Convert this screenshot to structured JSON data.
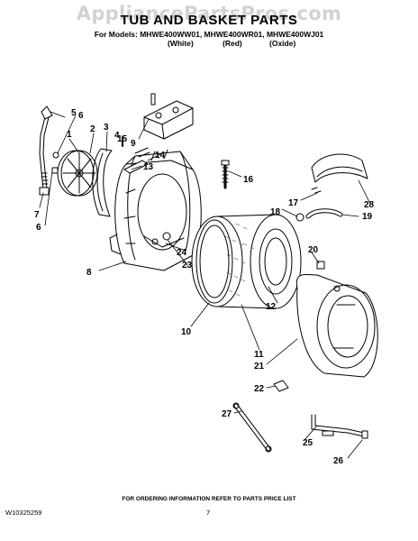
{
  "watermark": "AppliancePartsPros.com",
  "header": {
    "title": "TUB AND BASKET PARTS",
    "models": "For Models: MHWE400WW01, MHWE400WR01, MHWE400WJ01",
    "colors": [
      "(White)",
      "(Red)",
      "(Oxide)"
    ]
  },
  "callouts": [
    "1",
    "2",
    "3",
    "4",
    "5",
    "6",
    "7",
    "6",
    "8",
    "9",
    "10",
    "11",
    "12",
    "13",
    "14",
    "15",
    "16",
    "17",
    "18",
    "19",
    "20",
    "21",
    "22",
    "23",
    "24",
    "25",
    "26",
    "27",
    "28"
  ],
  "footer": {
    "ordering_note": "FOR ORDERING INFORMATION REFER TO PARTS PRICE LIST",
    "doc_number": "W10325259",
    "page_number": "7"
  }
}
